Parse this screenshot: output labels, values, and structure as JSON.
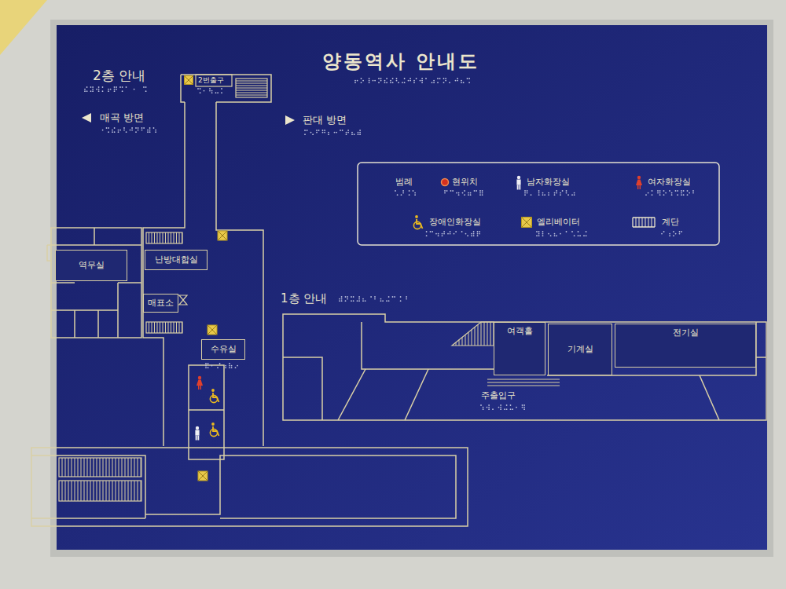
{
  "diagram": {
    "title": "양동역사 안내도",
    "nodes": [
      {
        "text": [
          "역무실"
        ]
      },
      {
        "text": [
          "난방대합실"
        ]
      },
      {
        "text": [
          "매표소"
        ]
      },
      {
        "text": [
          "수유실"
        ]
      },
      {
        "text": [
          "여객홀"
        ]
      },
      {
        "text": [
          "기계실"
        ]
      },
      {
        "text": [
          "전기실"
        ]
      }
    ],
    "labels": [
      "2층 안내",
      "매곡 방면",
      "판대 방면",
      "범례",
      "1층 안내",
      "2번출구",
      "주출입구"
    ],
    "legend": [
      {
        "text": "현위치"
      },
      {
        "text": "남자화장실"
      },
      {
        "text": "여자화장실"
      },
      {
        "text": "장애인화장실"
      },
      {
        "text": "엘리베이터"
      },
      {
        "text": "계단"
      }
    ]
  }
}
